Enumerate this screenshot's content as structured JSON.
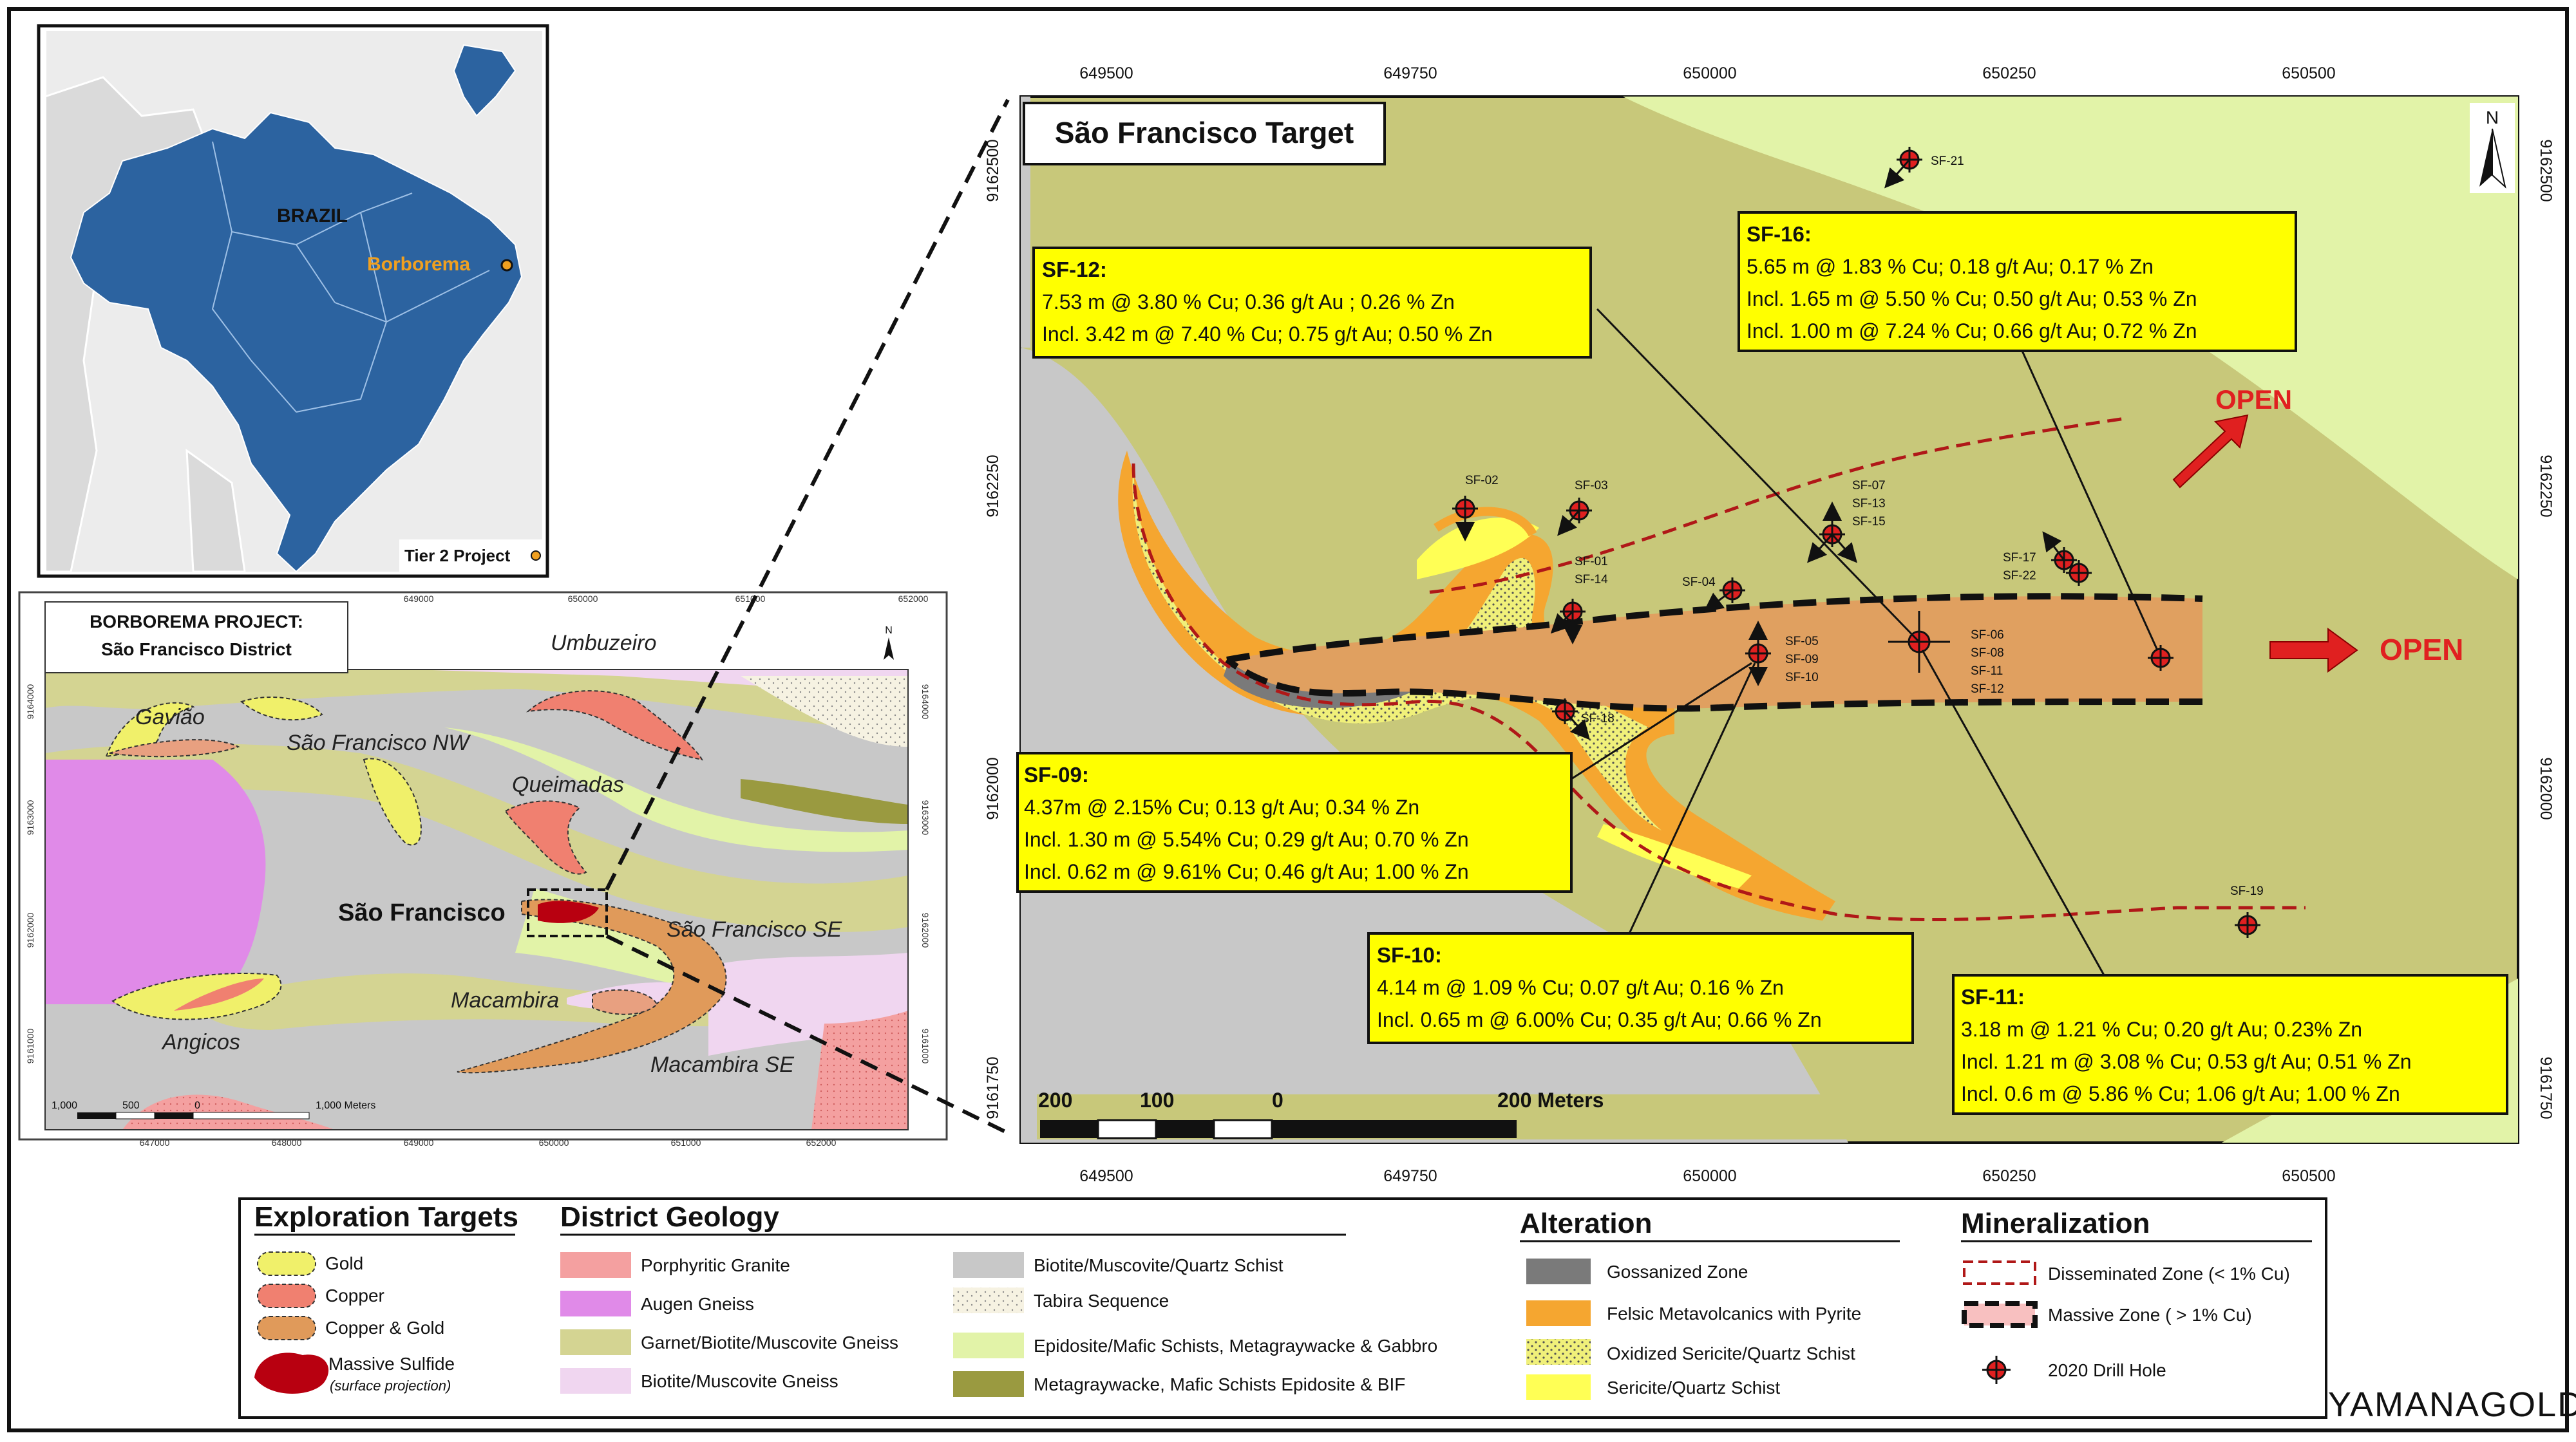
{
  "colors": {
    "gneiss_garnet": "#c8c87a",
    "epidosite": "#e2f3a8",
    "schist_grey": "#c8c8c8",
    "augen": "#e08ae8",
    "granite": "#f4a0a0",
    "biotite_gneiss": "#f0d6f0",
    "metagray": "#9a9a40",
    "copper_gold": "#e09a5a",
    "copper": "#f08070",
    "gold": "#f0f06a",
    "massive_sulfide": "#b80010",
    "callout_yellow": "#ffff00",
    "open_red": "#e02020",
    "brazil_blue": "#2c63a0"
  },
  "inset": {
    "country": "BRAZIL",
    "project": "Borborema",
    "tier": "Tier 2 Project"
  },
  "district": {
    "title_line1": "BORBOREMA PROJECT:",
    "title_line2": "São Francisco District",
    "top_ticks": [
      "649000",
      "650000",
      "651000",
      "652000"
    ],
    "bottom_ticks": [
      "647000",
      "648000",
      "649000",
      "650000",
      "651000",
      "652000"
    ],
    "left_ticks": [
      "9164000",
      "9163000",
      "9162000",
      "9161000"
    ],
    "right_ticks": [
      "9164000",
      "9163000",
      "9162000",
      "9161000"
    ],
    "scale": [
      "1,000",
      "500",
      "0",
      "1,000 Meters"
    ],
    "targets": {
      "umbuzeiro": "Umbuzeiro",
      "gaviao": "Gavião",
      "sf_nw": "São Francisco NW",
      "queimadas": "Queimadas",
      "sao_francisco": "São Francisco",
      "sf_se": "São Francisco SE",
      "macambira": "Macambira",
      "angicos": "Angicos",
      "macambira_se": "Macambira SE"
    }
  },
  "target": {
    "title": "São Francisco Target",
    "north": "N",
    "top_ticks": [
      "649500",
      "649750",
      "650000",
      "650250",
      "650500"
    ],
    "bottom_ticks": [
      "649500",
      "649750",
      "650000",
      "650250",
      "650500"
    ],
    "left_ticks": [
      "9162500",
      "9162250",
      "9162000",
      "9161750"
    ],
    "right_ticks": [
      "9162500",
      "9162250",
      "9162000",
      "9161750"
    ],
    "scale": [
      "200",
      "100",
      "0",
      "200 Meters"
    ],
    "open_labels": [
      "OPEN",
      "OPEN"
    ],
    "holes": {
      "sf21": "SF-21",
      "sf02": "SF-02",
      "sf03": "SF-03",
      "sf01": "SF-01",
      "sf14": "SF-14",
      "sf04": "SF-04",
      "sf07": "SF-07",
      "sf13": "SF-13",
      "sf15": "SF-15",
      "sf17": "SF-17",
      "sf22": "SF-22",
      "sf05": "SF-05",
      "sf09": "SF-09",
      "sf10": "SF-10",
      "sf06": "SF-06",
      "sf08": "SF-08",
      "sf11": "SF-11",
      "sf12": "SF-12",
      "sf18": "SF-18",
      "sf19": "SF-19"
    },
    "callouts": {
      "sf12": {
        "title": "SF-12:",
        "lines": [
          "7.53 m @ 3.80 % Cu; 0.36 g/t Au ; 0.26 % Zn",
          "Incl. 3.42 m @ 7.40 % Cu; 0.75 g/t Au; 0.50 % Zn"
        ]
      },
      "sf16": {
        "title": "SF-16:",
        "lines": [
          "5.65 m @ 1.83 % Cu; 0.18 g/t Au; 0.17 % Zn",
          "Incl. 1.65 m @ 5.50 % Cu; 0.50 g/t Au; 0.53 % Zn",
          "Incl. 1.00 m @ 7.24 % Cu; 0.66 g/t Au; 0.72 % Zn"
        ]
      },
      "sf09": {
        "title": "SF-09:",
        "lines": [
          "4.37m @ 2.15% Cu; 0.13 g/t Au; 0.34 % Zn",
          "Incl. 1.30 m @ 5.54% Cu; 0.29 g/t Au; 0.70 % Zn",
          "Incl. 0.62 m @ 9.61% Cu; 0.46 g/t Au; 1.00 % Zn"
        ]
      },
      "sf10": {
        "title": "SF-10:",
        "lines": [
          "4.14 m @ 1.09 % Cu; 0.07 g/t Au; 0.16 % Zn",
          "Incl. 0.65 m @ 6.00% Cu; 0.35 g/t Au; 0.66 % Zn"
        ]
      },
      "sf11": {
        "title": "SF-11:",
        "lines": [
          "3.18 m @ 1.21 % Cu; 0.20 g/t Au; 0.23% Zn",
          "Incl. 1.21 m @ 3.08 % Cu; 0.53 g/t Au; 0.51 % Zn",
          "Incl. 0.6 m @ 5.86 % Cu; 1.06 g/t Au; 1.00 % Zn"
        ]
      }
    }
  },
  "legend": {
    "exploration": {
      "title": "Exploration Targets",
      "items": [
        "Gold",
        "Copper",
        "Copper & Gold",
        "Massive Sulfide"
      ],
      "sub": "(surface projection)"
    },
    "geology": {
      "title": "District Geology",
      "col1": [
        "Porphyritic Granite",
        "Augen Gneiss",
        "Garnet/Biotite/Muscovite Gneiss",
        "Biotite/Muscovite Gneiss"
      ],
      "col2": [
        "Biotite/Muscovite/Quartz Schist",
        "Tabira Sequence",
        "Epidosite/Mafic Schists, Metagraywacke & Gabbro",
        "Metagraywacke, Mafic Schists Epidosite & BIF"
      ]
    },
    "alteration": {
      "title": "Alteration",
      "items": [
        "Gossanized Zone",
        "Felsic Metavolcanics with Pyrite",
        "Oxidized Sericite/Quartz Schist",
        "Sericite/Quartz Schist"
      ]
    },
    "mineralization": {
      "title": "Mineralization",
      "items": [
        "Disseminated Zone (< 1% Cu)",
        "Massive Zone ( > 1% Cu)",
        "2020 Drill Hole"
      ]
    }
  },
  "logo": "YAMANAGOLD"
}
